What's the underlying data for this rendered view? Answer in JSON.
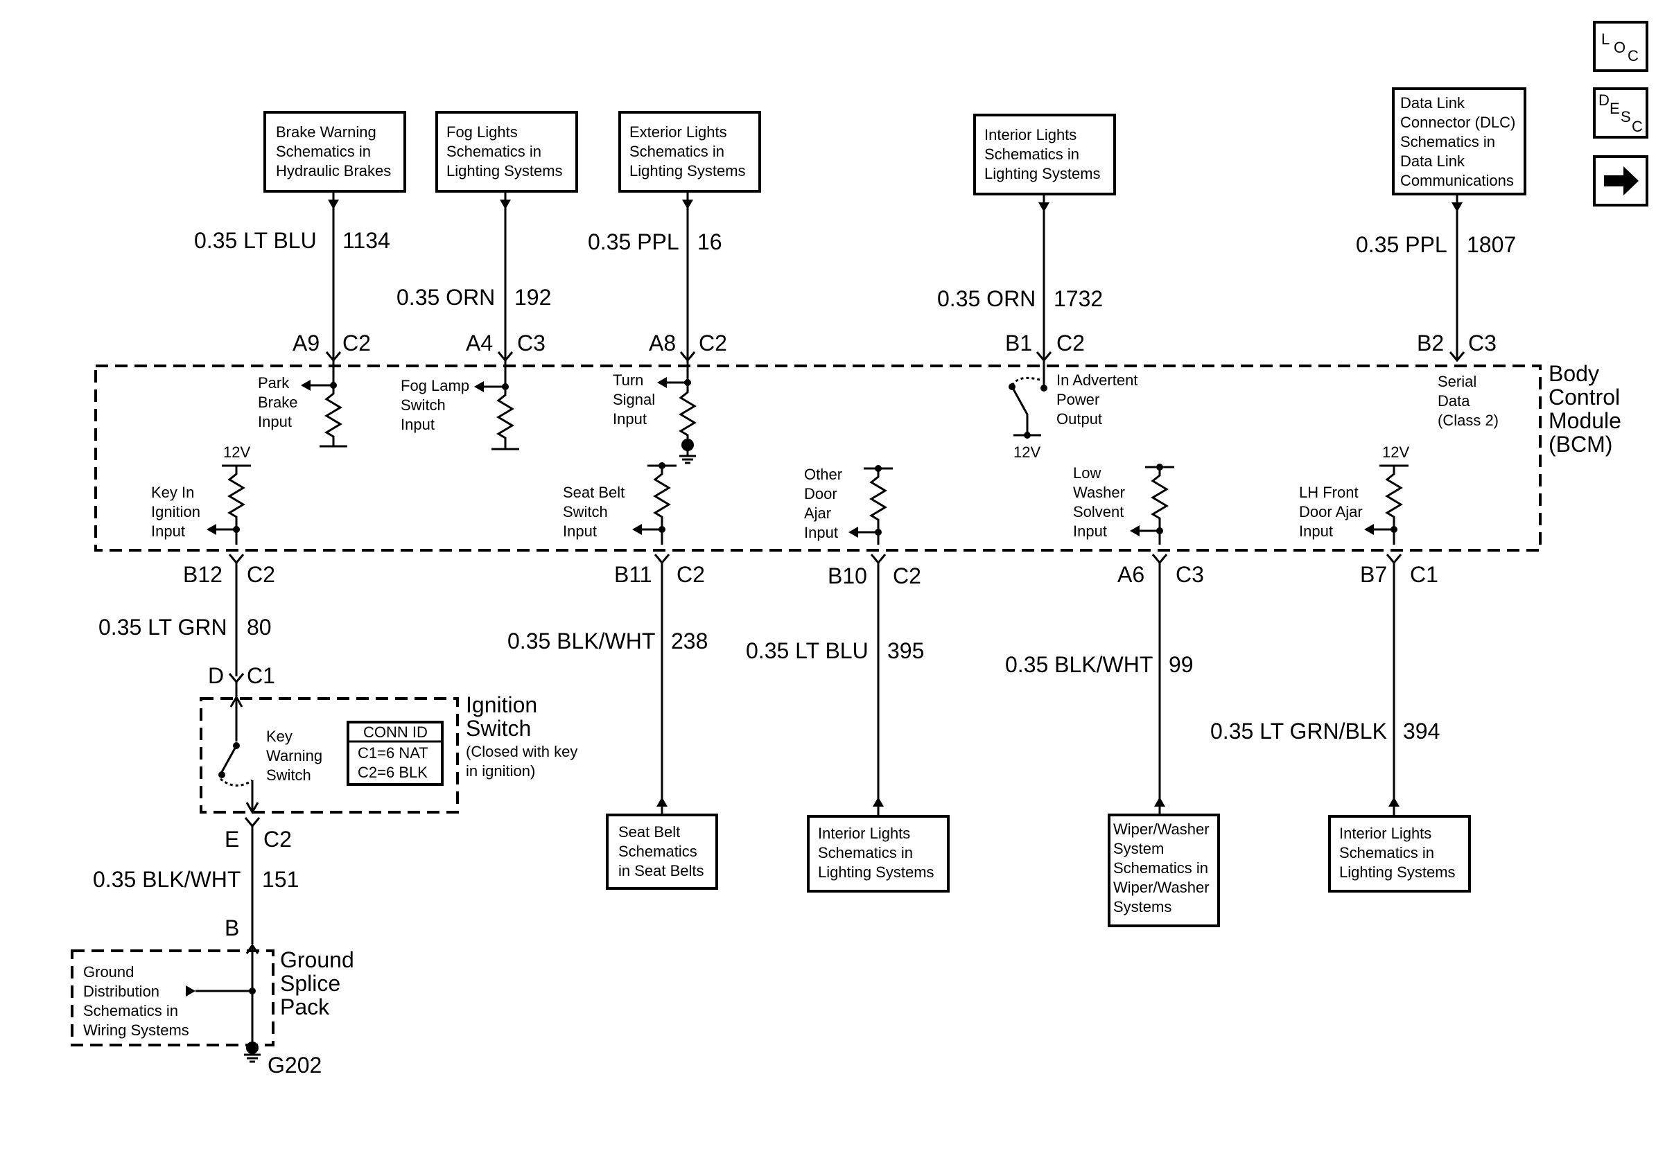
{
  "nav": {
    "loc": {
      "letters": [
        "L",
        "O",
        "C"
      ]
    },
    "desc": {
      "letters": [
        "D",
        "E",
        "S",
        "C"
      ]
    },
    "arrow_icon": "right-arrow-icon"
  },
  "bcm_label": [
    "Body",
    "Control",
    "Module",
    "(BCM)"
  ],
  "top_boxes": {
    "brake": [
      "Brake Warning",
      "Schematics in",
      "Hydraulic Brakes"
    ],
    "fog": [
      "Fog Lights",
      "Schematics in",
      "Lighting Systems"
    ],
    "exterior": [
      "Exterior Lights",
      "Schematics in",
      "Lighting Systems"
    ],
    "interior": [
      "Interior Lights",
      "Schematics in",
      "Lighting Systems"
    ],
    "dlc": [
      "Data Link",
      "Connector (DLC)",
      "Schematics in",
      "Data Link",
      "Communications"
    ]
  },
  "top_wires": {
    "brake": {
      "gauge": "0.35 LT BLU",
      "circuit": "1134",
      "pin": "A9",
      "conn": "C2"
    },
    "fog": {
      "gauge": "0.35 ORN",
      "circuit": "192",
      "pin": "A4",
      "conn": "C3"
    },
    "exterior": {
      "gauge": "0.35 PPL",
      "circuit": "16",
      "pin": "A8",
      "conn": "C2"
    },
    "interior": {
      "gauge": "0.35 ORN",
      "circuit": "1732",
      "pin": "B1",
      "conn": "C2"
    },
    "dlc": {
      "gauge": "0.35 PPL",
      "circuit": "1807",
      "pin": "B2",
      "conn": "C3"
    }
  },
  "top_inputs": {
    "park_brake": [
      "Park",
      "Brake",
      "Input"
    ],
    "fog_lamp": [
      "Fog Lamp",
      "Switch",
      "Input"
    ],
    "turn_signal": [
      "Turn",
      "Signal",
      "Input"
    ],
    "advertent": [
      "In Advertent",
      "Power",
      "Output"
    ],
    "advertent_v": "12V",
    "serial": [
      "Serial",
      "Data",
      "(Class 2)"
    ]
  },
  "bottom_inputs": {
    "key_in": [
      "Key In",
      "Ignition",
      "Input"
    ],
    "key_in_v": "12V",
    "seat_belt": [
      "Seat Belt",
      "Switch",
      "Input"
    ],
    "door": [
      "Other",
      "Door",
      "Ajar",
      "Input"
    ],
    "washer": [
      "Low",
      "Washer",
      "Solvent",
      "Input"
    ],
    "lh_door": [
      "LH Front",
      "Door Ajar",
      "Input"
    ],
    "lh_door_v": "12V"
  },
  "bottom_wires": {
    "key_in": {
      "pin": "B12",
      "conn": "C2",
      "gauge": "0.35 LT GRN",
      "circuit": "80"
    },
    "seat_belt": {
      "pin": "B11",
      "conn": "C2",
      "gauge": "0.35 BLK/WHT",
      "circuit": "238"
    },
    "door": {
      "pin": "B10",
      "conn": "C2",
      "gauge": "0.35 LT BLU",
      "circuit": "395"
    },
    "washer": {
      "pin": "A6",
      "conn": "C3",
      "gauge": "0.35 BLK/WHT",
      "circuit": "99"
    },
    "lh_door": {
      "pin": "B7",
      "conn": "C1",
      "gauge": "0.35 LT GRN/BLK",
      "circuit": "394"
    }
  },
  "bottom_boxes": {
    "seat_belt": [
      "Seat Belt",
      "Schematics",
      "in Seat Belts"
    ],
    "door": [
      "Interior Lights",
      "Schematics in",
      "Lighting Systems"
    ],
    "washer": [
      "Wiper/Washer",
      "System",
      "Schematics in",
      "Wiper/Washer",
      "Systems"
    ],
    "lh_door": [
      "Interior Lights",
      "Schematics in",
      "Lighting Systems"
    ]
  },
  "ignition": {
    "top_pin": "D",
    "top_conn": "C1",
    "bottom_pin": "E",
    "bottom_conn": "C2",
    "switch_label": [
      "Key",
      "Warning",
      "Switch"
    ],
    "title": [
      "Ignition",
      "Switch"
    ],
    "note": [
      "(Closed with key",
      "in ignition)"
    ],
    "conn_id": {
      "header": "CONN ID",
      "lines": [
        "C1=6 NAT",
        "C2=6 BLK"
      ]
    }
  },
  "ground": {
    "wire_gauge": "0.35 BLK/WHT",
    "wire_circuit": "151",
    "pin": "B",
    "splice_label": [
      "Ground",
      "Splice",
      "Pack"
    ],
    "dist_box": [
      "Ground",
      "Distribution",
      "Schematics in",
      "Wiring Systems"
    ],
    "ground_id": "G202"
  }
}
